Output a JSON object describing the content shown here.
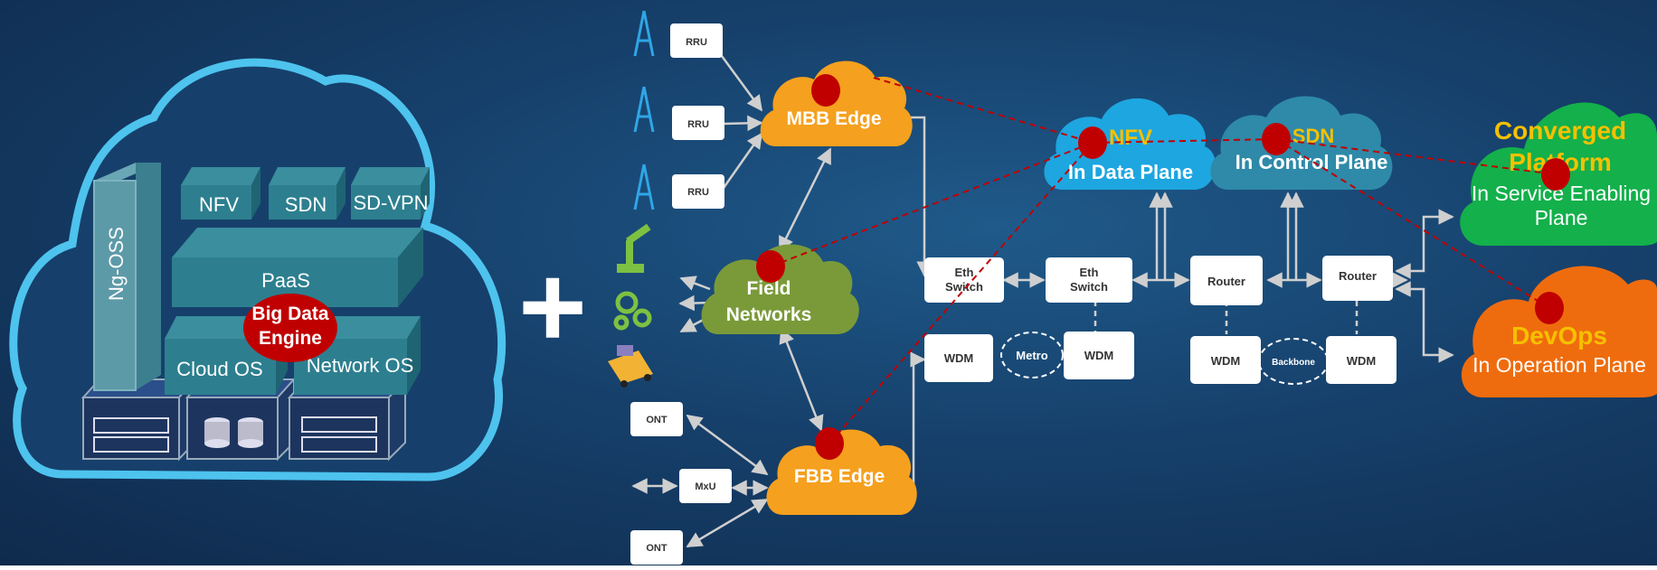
{
  "left_cloud": {
    "ng_oss": "Ng-OSS",
    "nfv": "NFV",
    "sdn": "SDN",
    "sd_vpn": "SD-VPN",
    "paas": "PaaS",
    "big_data_engine": [
      "Big Data",
      "Engine"
    ],
    "cloud_os": "Cloud OS",
    "network_os": "Network OS"
  },
  "plus_sign": "+",
  "access": {
    "rru": [
      "RRU",
      "RRU",
      "RRU"
    ],
    "ont": [
      "ONT",
      "ONT"
    ],
    "mxu": "MxU"
  },
  "clouds": {
    "mbb_edge": "MBB Edge",
    "field_networks": [
      "Field",
      "Networks"
    ],
    "fbb_edge": "FBB Edge",
    "nfv_title": "NFV",
    "nfv_sub": "In Data Plane",
    "sdn_title": "SDN",
    "sdn_sub": "In Control Plane",
    "converged_title": [
      "Converged",
      "Platform"
    ],
    "converged_sub": [
      "In Service Enabling",
      "Plane"
    ],
    "devops_title": "DevOps",
    "devops_sub": "In Operation Plane"
  },
  "network_boxes": {
    "eth_switch_1": [
      "Eth",
      "Switch"
    ],
    "eth_switch_2": [
      "Eth",
      "Switch"
    ],
    "router_1": "Router",
    "router_2": "Router",
    "wdm_1": "WDM",
    "wdm_2": "WDM",
    "wdm_3": "WDM",
    "wdm_4": "WDM",
    "metro": "Metro",
    "backbone": "Backbone"
  },
  "colors": {
    "background": "#16406b",
    "cloud_outline": "#4dc3ee",
    "teal_block": "#2d7f8f",
    "marker_red": "#c00000",
    "orange_cloud": "#f5a01e",
    "green_cloud": "#7a9a3a",
    "nfv_cloud": "#1ea6e0",
    "sdn_cloud": "#2e8aa8",
    "converged_cloud": "#13b04b",
    "devops_cloud": "#ef6c0e",
    "title_yellow": "#f6c000"
  }
}
